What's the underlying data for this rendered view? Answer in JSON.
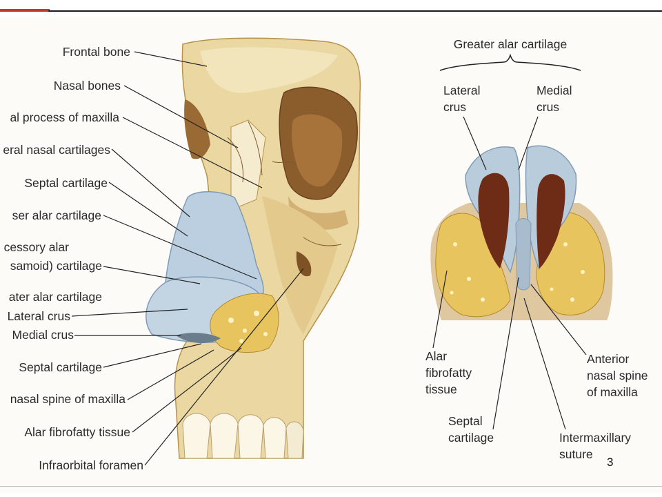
{
  "left_labels": {
    "frontal_bone": "Frontal bone",
    "nasal_bones": "Nasal bones",
    "frontal_process": "al process of maxilla",
    "lateral_nasal_cartilages": "eral nasal cartilages",
    "septal_cartilage_upper": "Septal cartilage",
    "lesser_alar": "ser alar cartilage",
    "accessory_alar_1": "cessory alar",
    "accessory_alar_2": "samoid) cartilage",
    "greater_alar": "ater alar cartilage",
    "lateral_crus": "Lateral crus",
    "medial_crus": "Medial crus",
    "septal_cartilage_lower": "Septal cartilage",
    "anterior_nasal_spine": "nasal spine of maxilla",
    "alar_fibrofatty": "Alar fibrofatty tissue",
    "infraorbital_foramen": "Infraorbital foramen"
  },
  "right_labels": {
    "greater_alar_title": "Greater alar cartilage",
    "lateral_crus_1": "Lateral",
    "lateral_crus_2": "crus",
    "medial_crus_1": "Medial",
    "medial_crus_2": "crus",
    "alar_fibrofatty_1": "Alar",
    "alar_fibrofatty_2": "fibrofatty",
    "alar_fibrofatty_3": "tissue",
    "septal_1": "Septal",
    "septal_2": "cartilage",
    "anterior_spine_1": "Anterior",
    "anterior_spine_2": "nasal spine",
    "anterior_spine_3": "of maxilla",
    "intermaxillary_1": "Intermaxillary",
    "intermaxillary_2": "suture"
  },
  "page_number": "3",
  "colors": {
    "bone": "#e8d39a",
    "bone_shadow": "#b8924a",
    "orbit": "#8a5a2a",
    "cartilage": "#b9ccdc",
    "cartilage_dark": "#7f9bb3",
    "fibrofatty": "#e6c25a",
    "cavity": "#6a2a14"
  }
}
